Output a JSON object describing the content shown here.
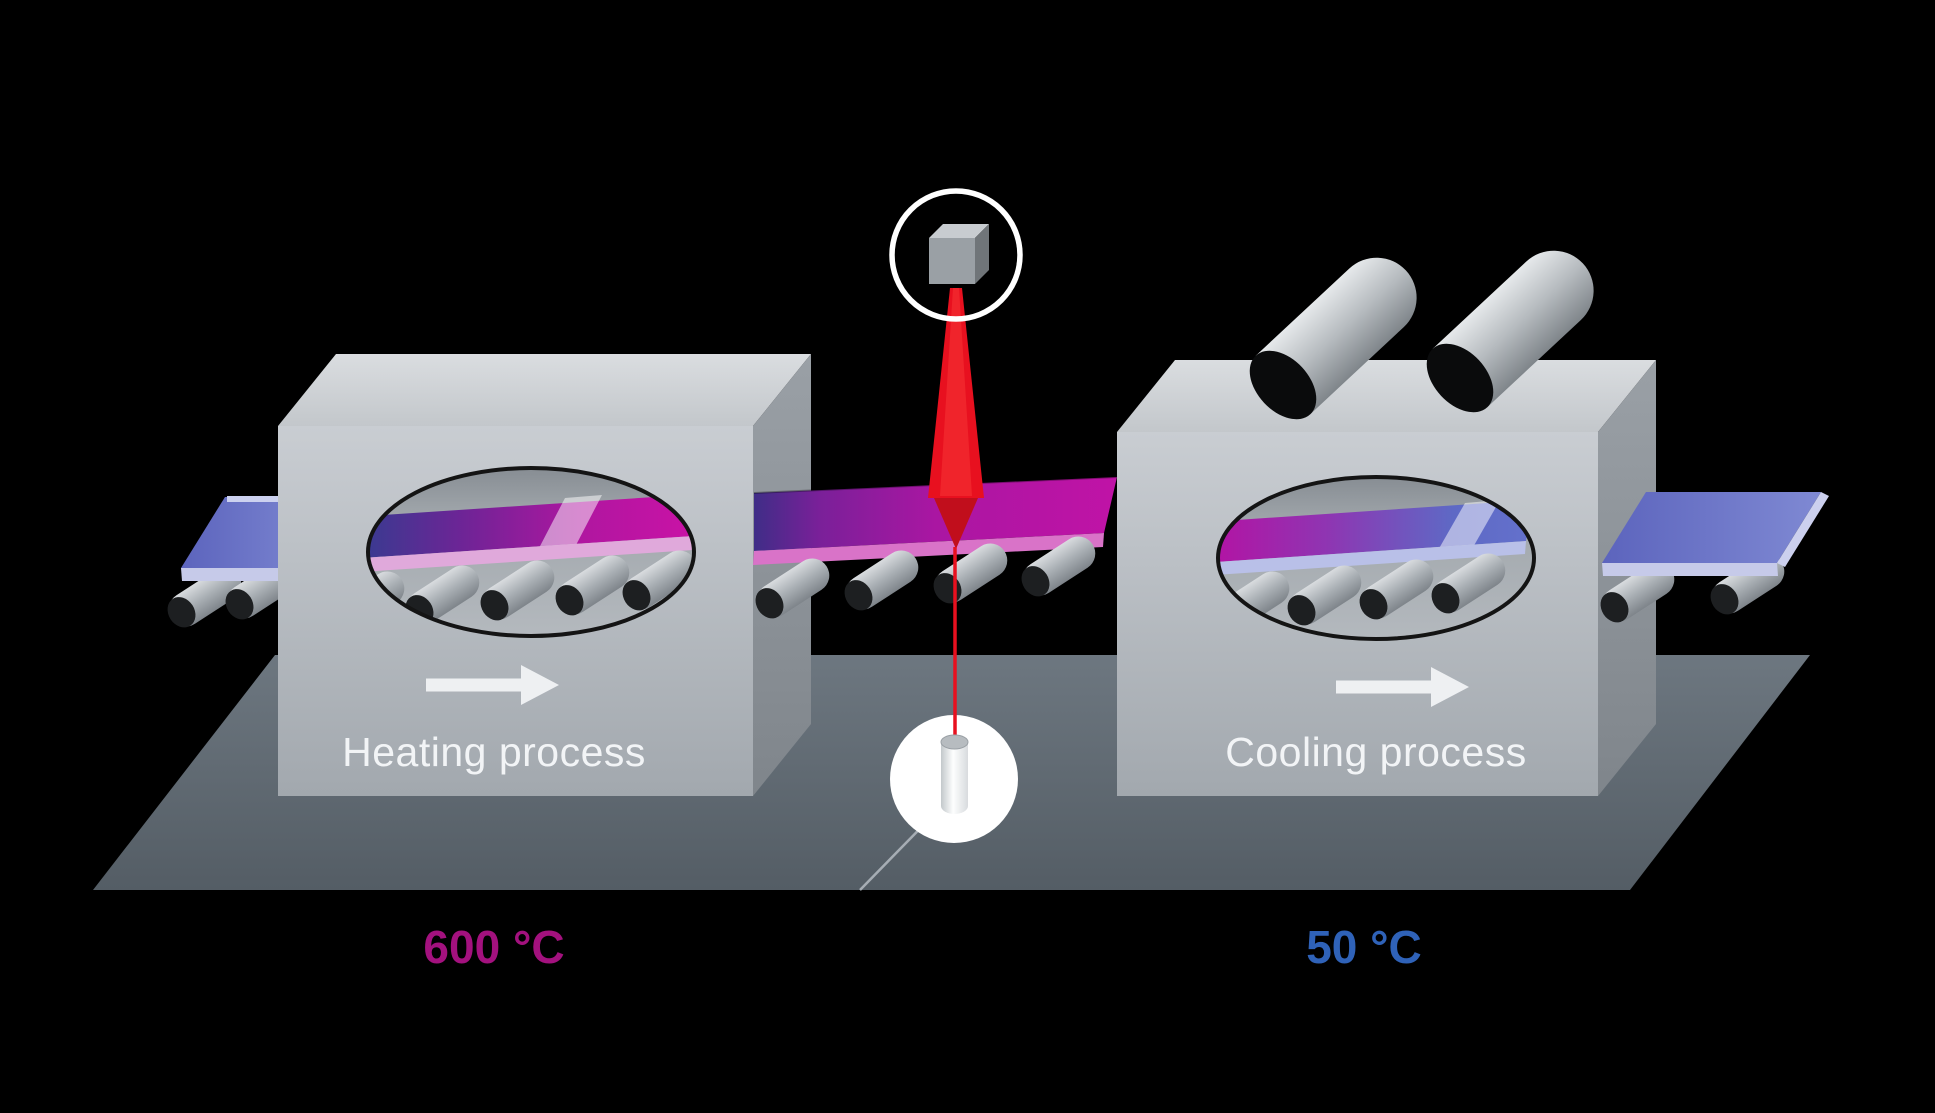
{
  "labels": {
    "heating_process": "Heating process",
    "cooling_process": "Cooling process",
    "heating_temperature": "600 °C",
    "cooling_temperature": "50 °C"
  },
  "colors": {
    "background": "#000000",
    "floor": "#5f6871",
    "machine_body_gray": "#b4b9be",
    "hot_glass_magenta": "#c013a4",
    "cool_glass_blue": "#6471cc",
    "conveyor_blue": "#6d77c8",
    "laser_red": "#e8101f",
    "heating_temperature_text": "#a3117e",
    "cooling_temperature_text": "#2f62b8",
    "sensor_ring_white": "#ffffff"
  }
}
